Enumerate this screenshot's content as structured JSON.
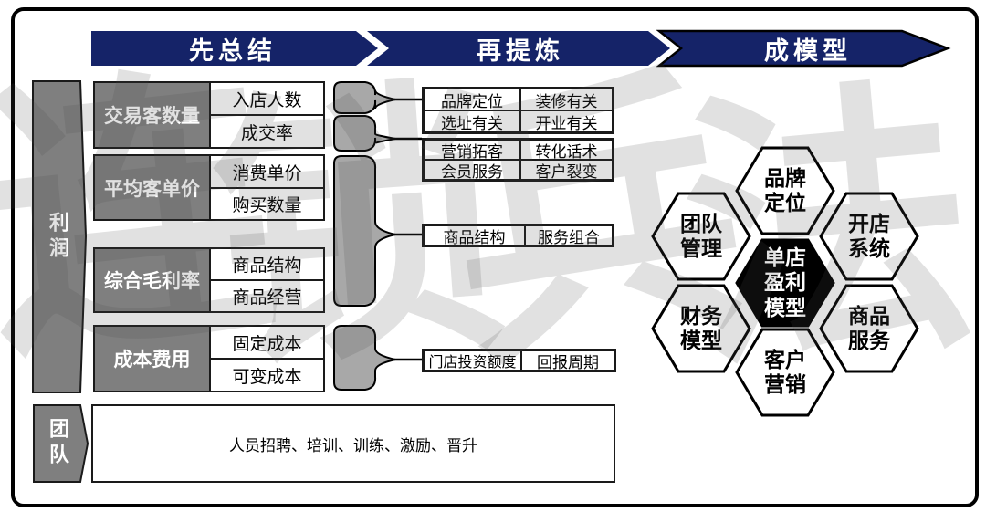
{
  "banner": {
    "steps": [
      {
        "label": "先总结"
      },
      {
        "label": "再提炼"
      },
      {
        "label": "成模型"
      }
    ]
  },
  "rails": {
    "profit": "利润",
    "team": "团队"
  },
  "profit_groups": [
    {
      "label": "交易客数量",
      "items": [
        "入店人数",
        "成交率"
      ]
    },
    {
      "label": "平均客单价",
      "items": [
        "消费单价",
        "购买数量"
      ]
    },
    {
      "label": "综合毛利率",
      "items": [
        "商品结构",
        "商品经营"
      ]
    },
    {
      "label": "成本费用",
      "items": [
        "固定成本",
        "可变成本"
      ]
    }
  ],
  "team_row": {
    "text": "人员招聘、培训、训练、激励、晋升"
  },
  "refine": {
    "table1": {
      "rows": [
        [
          "品牌定位",
          "装修有关"
        ],
        [
          "选址有关",
          "开业有关"
        ]
      ]
    },
    "table2": {
      "rows": [
        [
          "营销拓客",
          "转化话术"
        ],
        [
          "会员服务",
          "客户裂变"
        ]
      ]
    },
    "table3": {
      "rows": [
        [
          "商品结构",
          "服务组合"
        ]
      ]
    },
    "table4": {
      "rows": [
        [
          "门店投资额度",
          "回报周期"
        ]
      ]
    }
  },
  "model": {
    "center": {
      "l1": "单店",
      "l2": "盈利",
      "l3": "模型"
    },
    "hexes": [
      {
        "l1": "品牌",
        "l2": "定位"
      },
      {
        "l1": "团队",
        "l2": "管理"
      },
      {
        "l1": "开店",
        "l2": "系统"
      },
      {
        "l1": "财务",
        "l2": "模型"
      },
      {
        "l1": "商品",
        "l2": "服务"
      },
      {
        "l1": "客户",
        "l2": "营销"
      }
    ]
  },
  "watermark": {
    "chars": [
      "连",
      "锁",
      "兵",
      "法"
    ]
  },
  "colors": {
    "banner_navy": "#152368",
    "panel_gray": "#7f7f7f",
    "brace_gray": "#a8a8a8",
    "center_hex": "#000000",
    "watermark_gray": "#d6d6d6"
  }
}
